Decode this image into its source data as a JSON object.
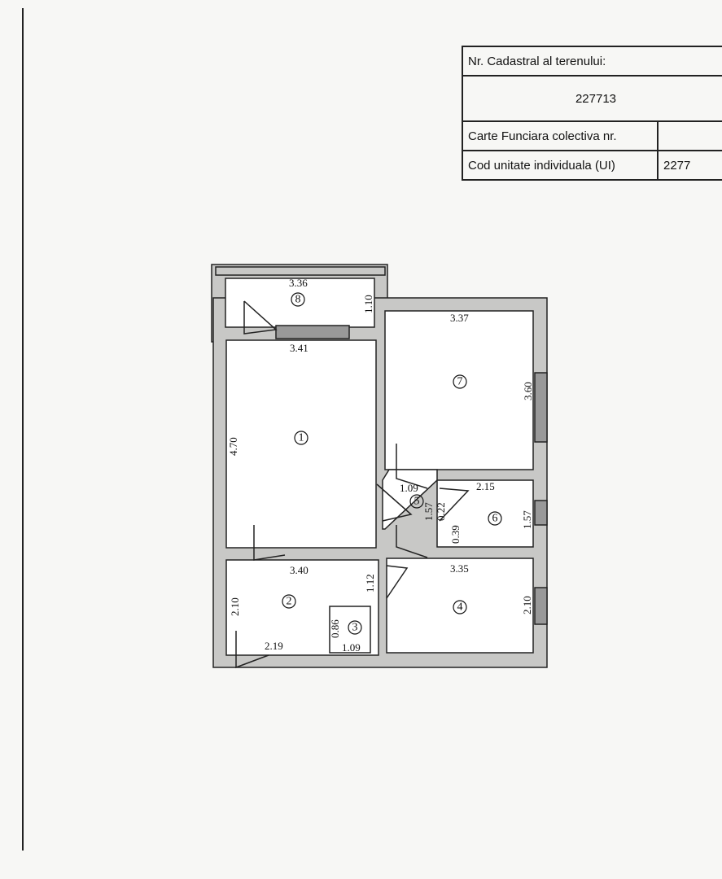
{
  "table": {
    "cadastral_label": "Nr. Cadastral al terenului:",
    "cadastral_value": "227713",
    "carte_label": "Carte Funciara colectiva nr.",
    "carte_value": "",
    "cod_label": "Cod unitate individuala (UI)",
    "cod_value": "2277"
  },
  "rooms": [
    "1",
    "2",
    "3",
    "4",
    "5",
    "6",
    "7",
    "8"
  ],
  "dimensions": {
    "r8_width": "3.36",
    "r8_depth": "1.10",
    "r1_width": "3.41",
    "r1_length": "4.70",
    "r1_bottom": "3.40",
    "r7_width": "3.37",
    "r7_length": "3.60",
    "r5_width": "1.09",
    "r5_length": "1.57",
    "r5_a": "0.22",
    "r5_b": "0.39",
    "r6_width": "2.15",
    "r6_length": "1.57",
    "r4_width": "3.35",
    "r4_length": "2.10",
    "r2_length": "2.10",
    "r2_width": "2.19",
    "r2_door": "1.12",
    "r3_length": "0.86",
    "r3_width": "1.09"
  },
  "colors": {
    "wall": "#c8c8c6",
    "line": "#222222"
  }
}
